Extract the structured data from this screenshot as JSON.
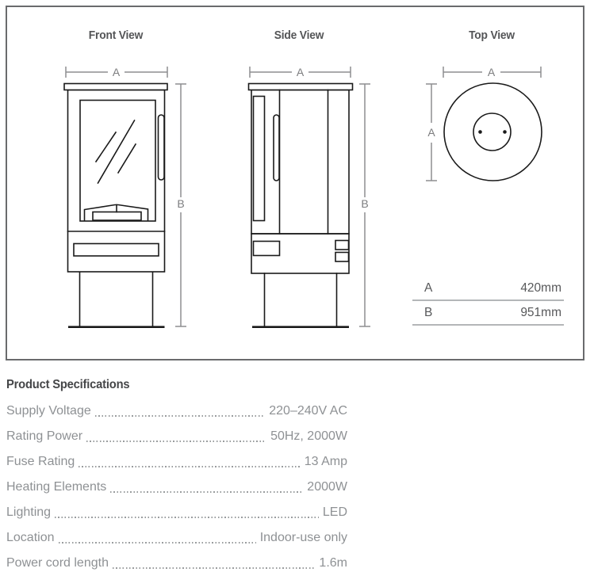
{
  "colors": {
    "panel_border": "#6a6b6d",
    "drawing_line": "#1a1a1a",
    "dimension_line": "#8d8e90",
    "table_rule": "#b4b6b8",
    "spec_text": "#8e9194",
    "heading_text": "#454648"
  },
  "panel": {
    "front": {
      "title": "Front View",
      "width_label": "A",
      "height_label": "B"
    },
    "side": {
      "title": "Side View",
      "width_label": "A",
      "height_label": "B"
    },
    "top": {
      "title": "Top View",
      "width_label": "A",
      "depth_label": "A"
    },
    "dimension_table": {
      "rows": [
        {
          "label": "A",
          "value": "420mm"
        },
        {
          "label": "B",
          "value": "951mm"
        }
      ]
    }
  },
  "specifications": {
    "heading": "Product Specifications",
    "rows": [
      {
        "label": "Supply Voltage",
        "value": "220–240V AC"
      },
      {
        "label": "Rating Power",
        "value": "50Hz, 2000W"
      },
      {
        "label": "Fuse Rating",
        "value": "13 Amp"
      },
      {
        "label": "Heating Elements",
        "value": "2000W"
      },
      {
        "label": "Lighting",
        "value": "LED"
      },
      {
        "label": "Location",
        "value": "Indoor-use only"
      },
      {
        "label": "Power cord length",
        "value": "1.6m"
      }
    ]
  }
}
